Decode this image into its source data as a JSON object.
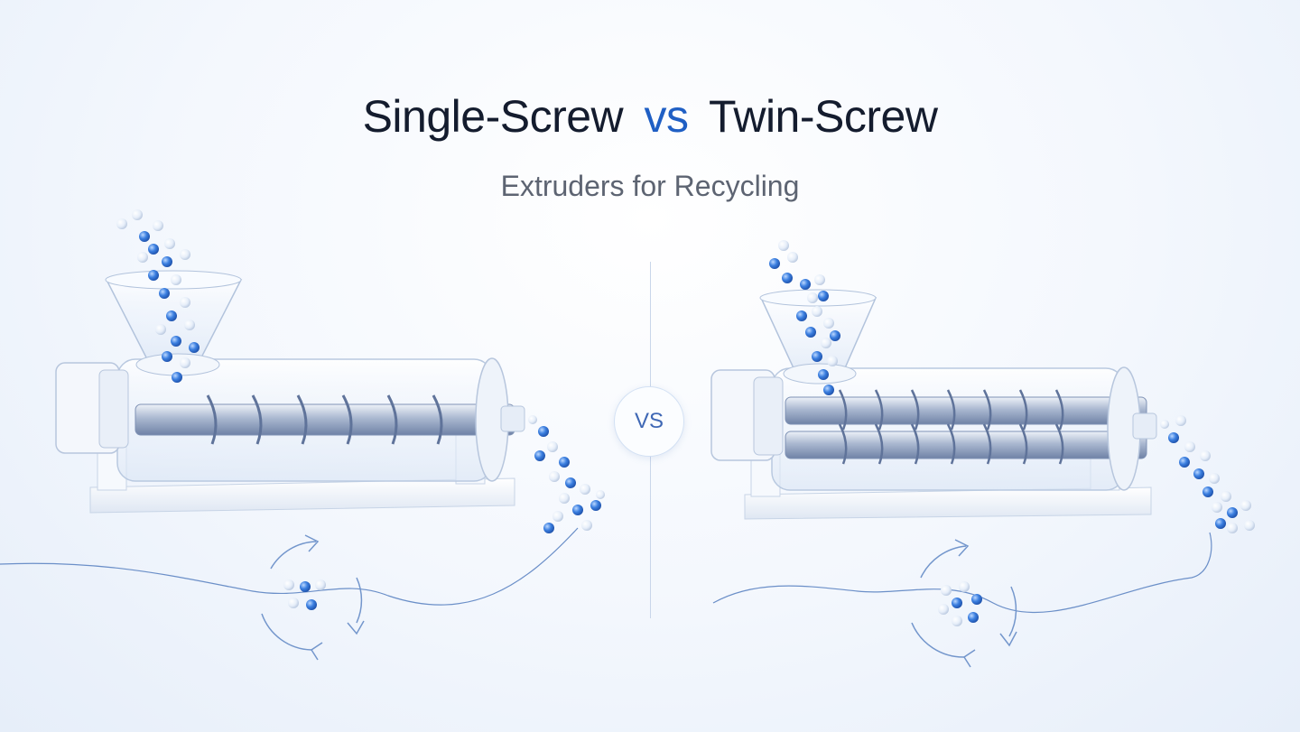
{
  "header": {
    "title_left": "Single-Screw",
    "title_vs": "vs",
    "title_right": "Twin-Screw",
    "subtitle": "Extruders for Recycling"
  },
  "badge": {
    "label": "VS"
  },
  "colors": {
    "accent": "#1f5fc4",
    "title_text": "#141c2e",
    "subtitle_text": "#5d6472",
    "pellet_blue": "#3b7fe0",
    "divider": "#c9d6ea"
  },
  "illustrations": {
    "left": {
      "depicts": "single-screw-extruder-icon"
    },
    "right": {
      "depicts": "twin-screw-extruder-icon"
    },
    "recycle_left": {
      "depicts": "recycle-cycle-icon"
    },
    "recycle_right": {
      "depicts": "recycle-cycle-icon"
    }
  }
}
